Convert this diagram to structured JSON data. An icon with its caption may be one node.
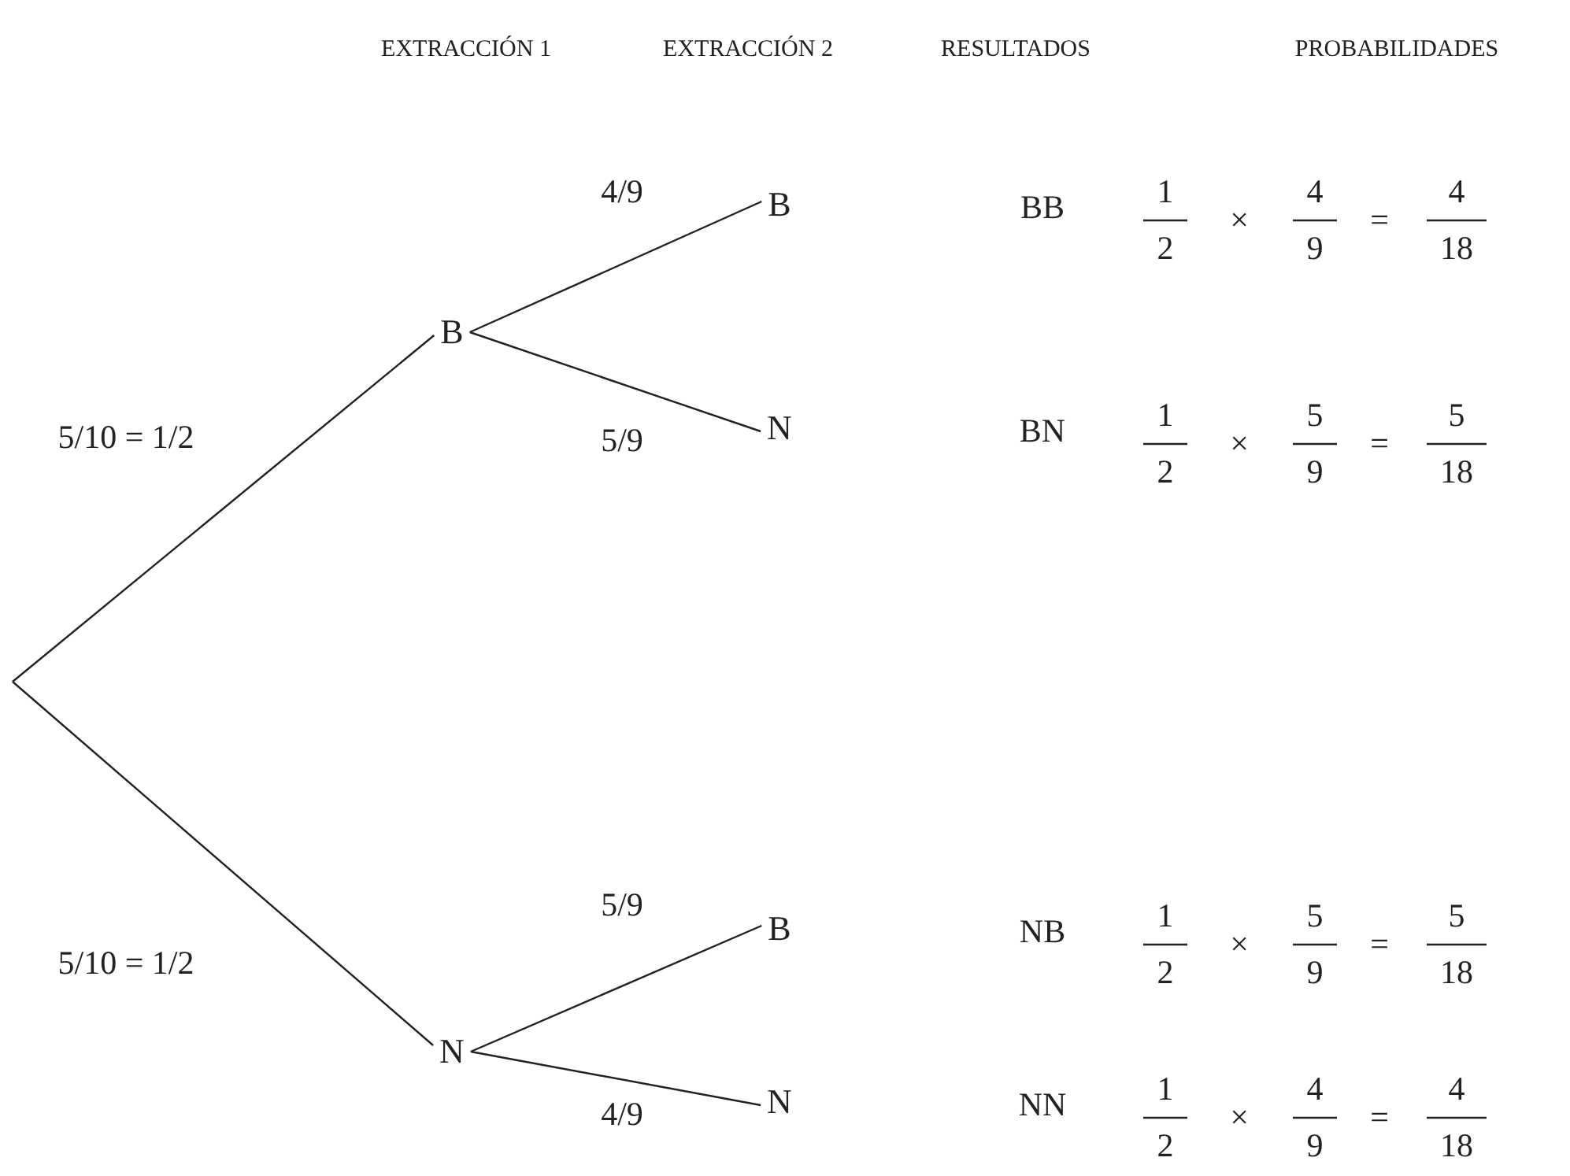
{
  "diagram": {
    "nodes": [
      {
        "text": [
          "B"
        ]
      },
      {
        "text": [
          "N"
        ]
      },
      {
        "text": [
          "B"
        ]
      },
      {
        "text": [
          "N"
        ]
      },
      {
        "text": [
          "B"
        ]
      },
      {
        "text": [
          "N"
        ]
      }
    ],
    "edges": [
      {
        "from": null,
        "to": 0,
        "arrow": "none",
        "label": "5/10 = 1/2"
      },
      {
        "from": null,
        "to": 1,
        "arrow": "none",
        "label": "5/10 = 1/2"
      },
      {
        "from": 0,
        "to": 2,
        "arrow": "none",
        "label": "4/9"
      },
      {
        "from": 0,
        "to": 3,
        "arrow": "none",
        "label": "5/9"
      },
      {
        "from": 1,
        "to": 4,
        "arrow": "none",
        "label": "5/9"
      },
      {
        "from": 1,
        "to": 5,
        "arrow": "none",
        "label": "4/9"
      }
    ],
    "labels": [
      "EXTRACCIÓN 1",
      "EXTRACCIÓN 2",
      "RESULTADOS",
      "PROBABILIDADES",
      "BB",
      "1",
      "2",
      "×",
      "4",
      "9",
      "=",
      "4",
      "18",
      "BN",
      "1",
      "2",
      "×",
      "5",
      "9",
      "=",
      "5",
      "18",
      "NB",
      "1",
      "2",
      "×",
      "5",
      "9",
      "=",
      "5",
      "18",
      "NN",
      "1",
      "2",
      "×",
      "4",
      "9",
      "=",
      "4",
      "18"
    ]
  }
}
